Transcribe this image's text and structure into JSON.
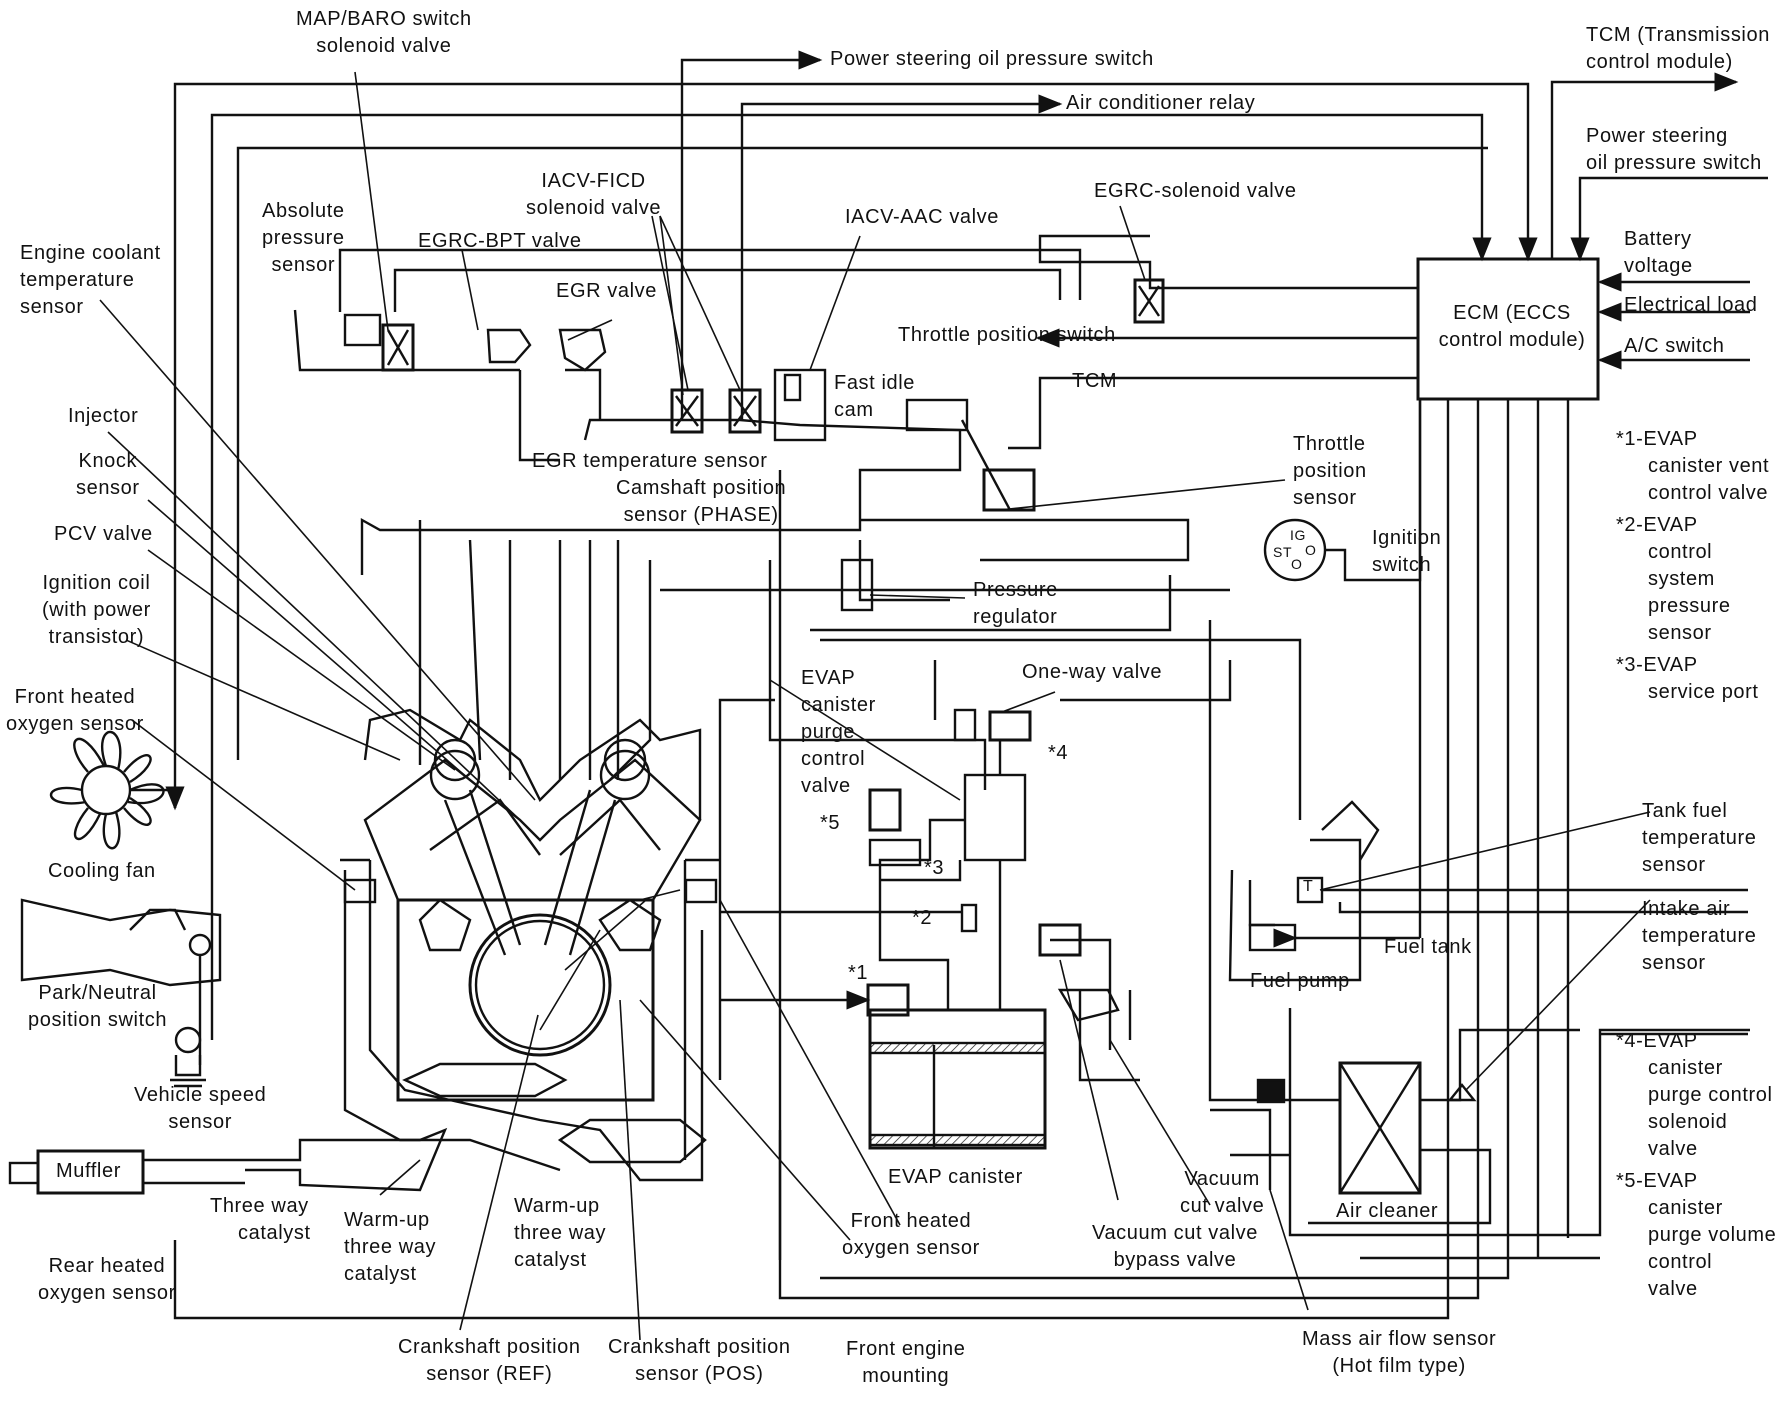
{
  "colors": {
    "ink": "#111111",
    "paper": "#ffffff"
  },
  "labels": {
    "map_baro": [
      "MAP/BARO switch",
      "solenoid valve"
    ],
    "power_steering_switch_top": [
      "Power steering oil pressure switch"
    ],
    "ac_relay": [
      "Air conditioner relay"
    ],
    "tcm_top": [
      "TCM (Transmission",
      "control module)"
    ],
    "power_steering_switch_right": [
      "Power steering",
      "oil pressure switch"
    ],
    "iacv_ficd": [
      "IACV-FICD",
      "solenoid valve"
    ],
    "iacv_aac": [
      "IACV-AAC valve"
    ],
    "egrc_solenoid": [
      "EGRC-solenoid valve"
    ],
    "absolute_pressure": [
      "Absolute",
      "pressure",
      "sensor"
    ],
    "egrc_bpt": [
      "EGRC-BPT valve"
    ],
    "egr_valve": [
      "EGR valve"
    ],
    "engine_coolant": [
      "Engine coolant",
      "temperature",
      "sensor"
    ],
    "battery_voltage": [
      "Battery",
      "voltage"
    ],
    "electrical_load": [
      "Electrical load"
    ],
    "ac_switch": [
      "A/C switch"
    ],
    "ecm": [
      "ECM (ECCS",
      "control module)"
    ],
    "throttle_position_switch": [
      "Throttle position switch"
    ],
    "fast_idle_cam": [
      "Fast idle",
      "cam"
    ],
    "tcm_mid": [
      "TCM"
    ],
    "injector": [
      "Injector"
    ],
    "knock_sensor": [
      "Knock",
      "sensor"
    ],
    "egr_temp": [
      "EGR temperature sensor"
    ],
    "camshaft": [
      "Camshaft position",
      "sensor (PHASE)"
    ],
    "throttle_position_sensor": [
      "Throttle",
      "position",
      "sensor"
    ],
    "pcv_valve": [
      "PCV valve"
    ],
    "ignition_switch": [
      "Ignition",
      "switch"
    ],
    "ignition_coil": [
      "Ignition coil",
      "(with power",
      "transistor)"
    ],
    "pressure_regulator": [
      "Pressure",
      "regulator"
    ],
    "front_heated_o2_left": [
      "Front heated",
      "oxygen sensor"
    ],
    "one_way_valve": [
      "One-way valve"
    ],
    "evap_purge_control": [
      "EVAP",
      "canister",
      "purge",
      "control",
      "valve"
    ],
    "note1": [
      "*1-EVAP",
      "canister vent",
      "control valve"
    ],
    "note2": [
      "*2-EVAP",
      "control",
      "system",
      "pressure",
      "sensor"
    ],
    "note3": [
      "*3-EVAP",
      "service port"
    ],
    "cooling_fan": [
      "Cooling fan"
    ],
    "park_neutral": [
      "Park/Neutral",
      "position switch"
    ],
    "tank_fuel_temp": [
      "Tank fuel",
      "temperature",
      "sensor"
    ],
    "intake_air_temp": [
      "Intake air",
      "temperature",
      "sensor"
    ],
    "fuel_tank": [
      "Fuel tank"
    ],
    "fuel_pump": [
      "Fuel pump"
    ],
    "vehicle_speed": [
      "Vehicle speed",
      "sensor"
    ],
    "muffler": [
      "Muffler"
    ],
    "three_way_catalyst": [
      "Three way",
      "catalyst"
    ],
    "warmup_left": [
      "Warm-up",
      "three way",
      "catalyst"
    ],
    "warmup_right": [
      "Warm-up",
      "three way",
      "catalyst"
    ],
    "rear_heated_o2": [
      "Rear heated",
      "oxygen sensor"
    ],
    "evap_canister": [
      "EVAP canister"
    ],
    "vacuum_cut": [
      "Vacuum",
      "cut valve"
    ],
    "vacuum_cut_bypass": [
      "Vacuum cut valve",
      "bypass valve"
    ],
    "air_cleaner": [
      "Air cleaner"
    ],
    "front_heated_o2_mid": [
      "Front heated",
      "oxygen sensor"
    ],
    "note4": [
      "*4-EVAP",
      "canister",
      "purge control",
      "solenoid",
      "valve"
    ],
    "note5": [
      "*5-EVAP",
      "canister",
      "purge volume",
      "control",
      "valve"
    ],
    "crank_ref": [
      "Crankshaft position",
      "sensor (REF)"
    ],
    "crank_pos": [
      "Crankshaft position",
      "sensor (POS)"
    ],
    "front_engine_mounting": [
      "Front engine",
      "mounting"
    ],
    "maf": [
      "Mass air flow sensor",
      "(Hot film type)"
    ],
    "star1": [
      "*1"
    ],
    "star2": [
      "*2"
    ],
    "star3": [
      "*3"
    ],
    "star4": [
      "*4"
    ],
    "star5": [
      "*5"
    ],
    "ig": [
      "IG"
    ],
    "st": [
      "ST"
    ],
    "o1": [
      "O"
    ],
    "o2": [
      "O"
    ],
    "t": [
      "T"
    ]
  }
}
